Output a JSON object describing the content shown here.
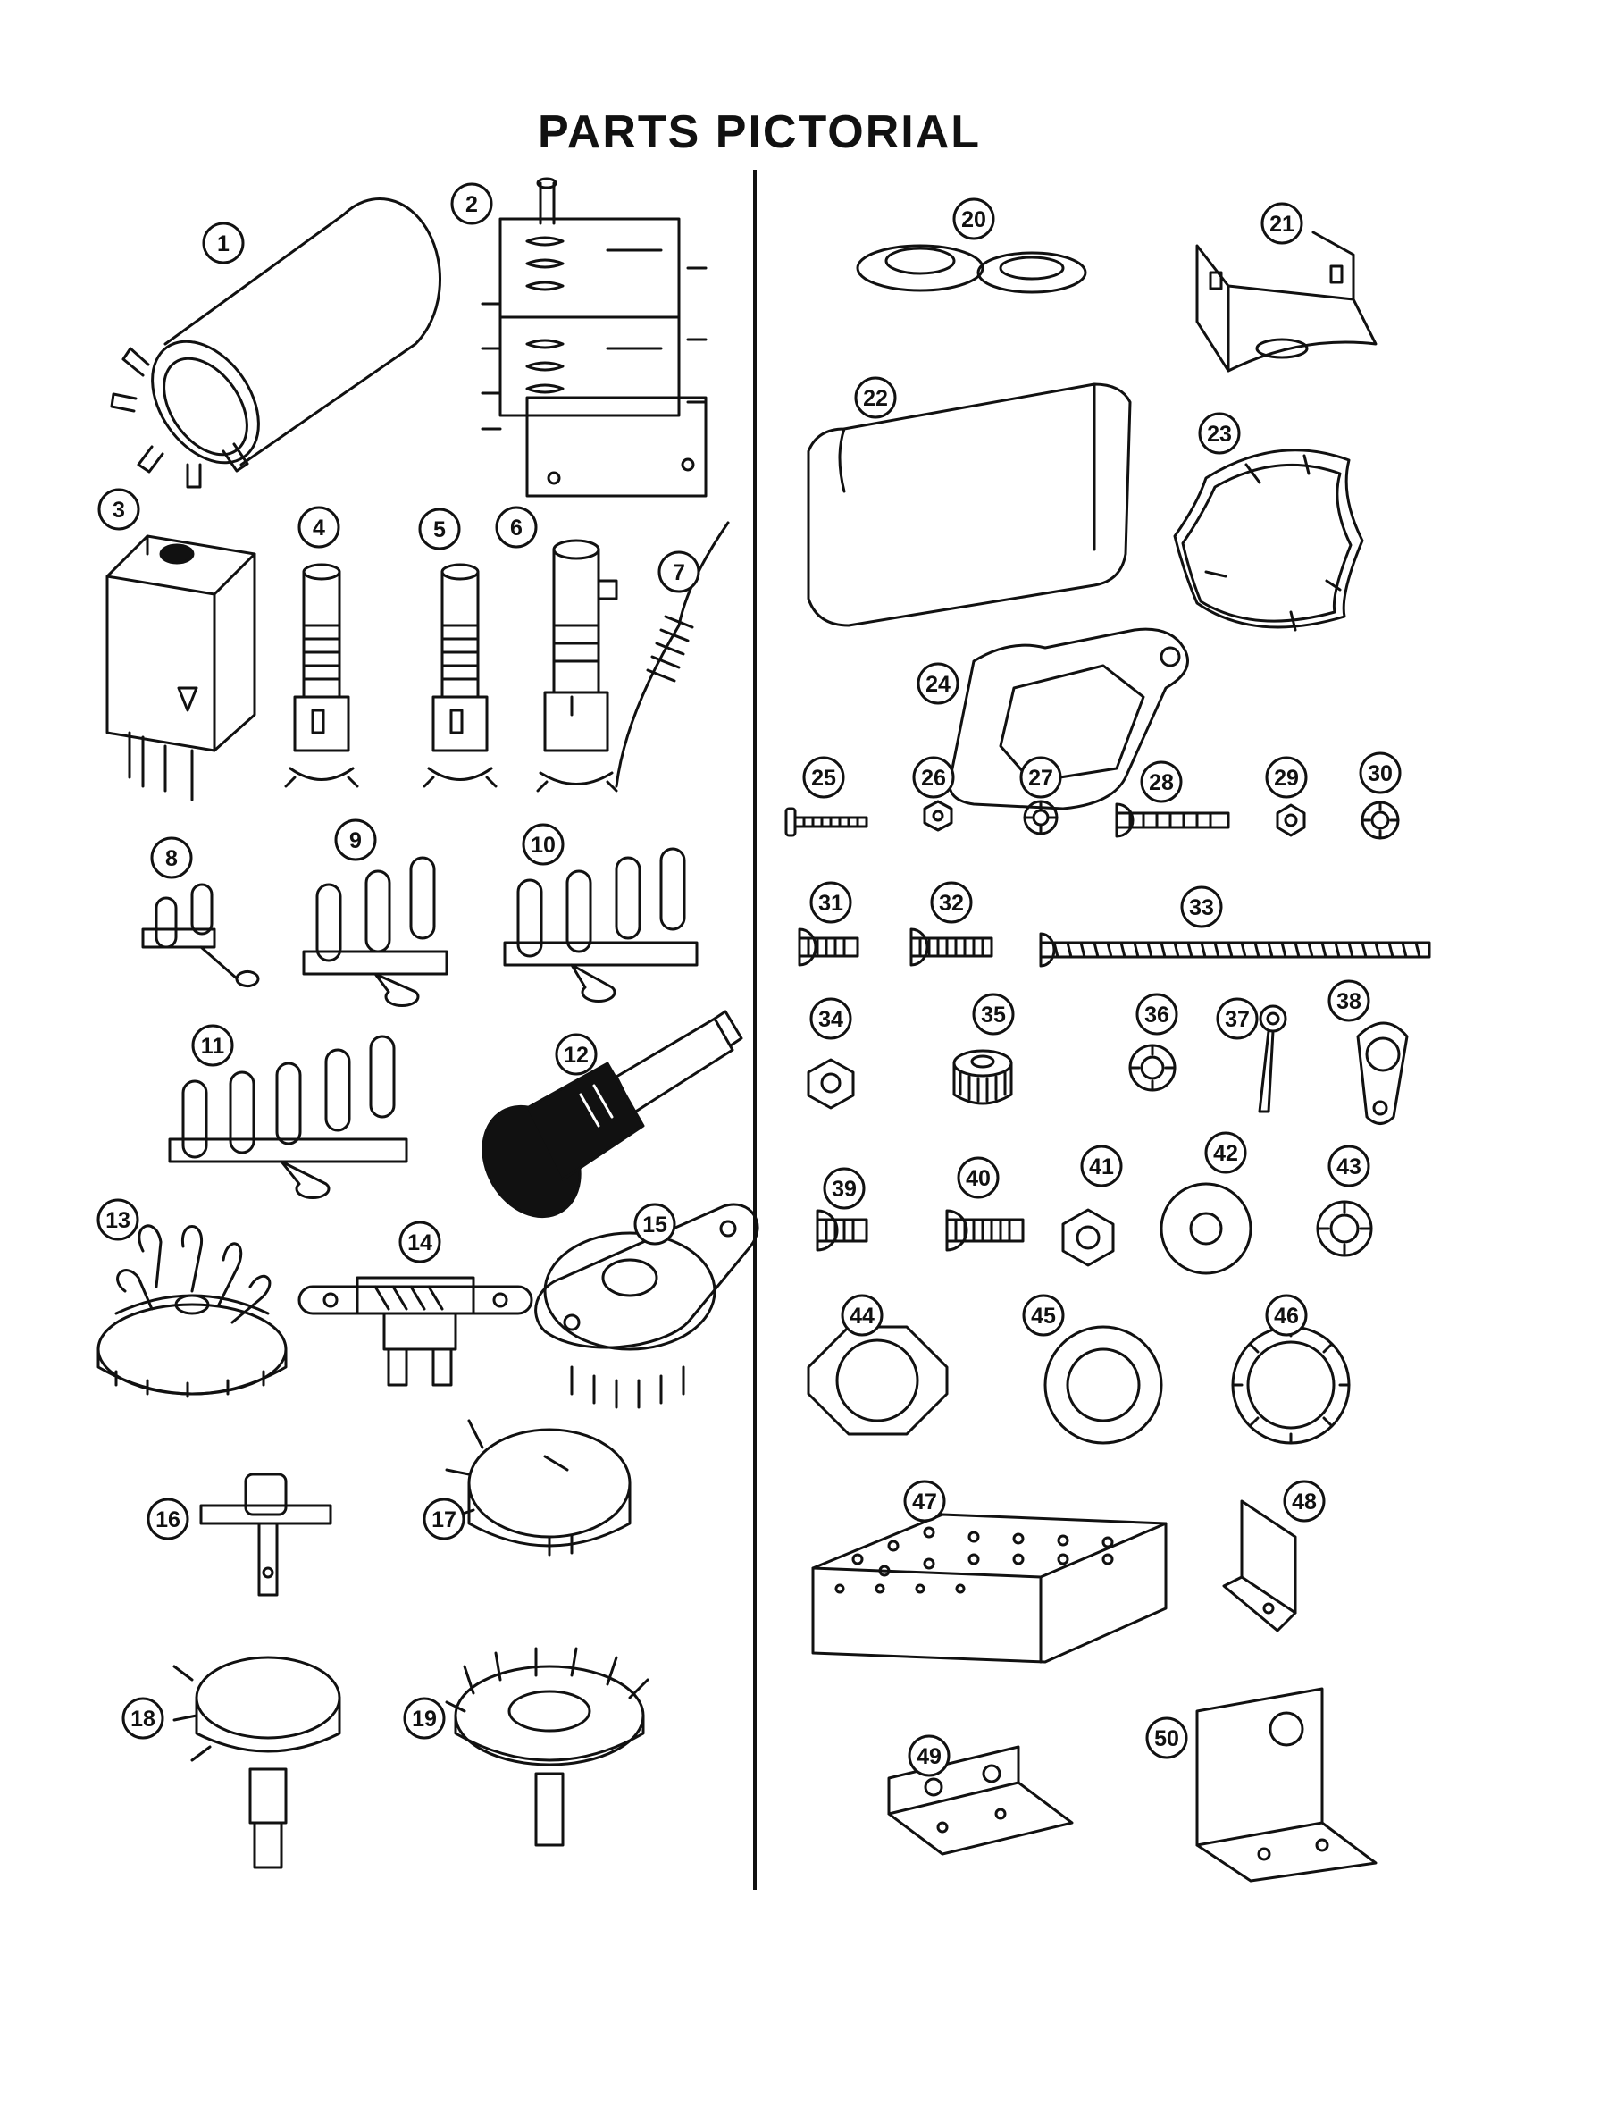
{
  "title": "PARTS PICTORIAL",
  "callouts": [
    {
      "id": 1,
      "label": "1"
    },
    {
      "id": 2,
      "label": "2"
    },
    {
      "id": 3,
      "label": "3"
    },
    {
      "id": 4,
      "label": "4"
    },
    {
      "id": 5,
      "label": "5"
    },
    {
      "id": 6,
      "label": "6"
    },
    {
      "id": 7,
      "label": "7"
    },
    {
      "id": 8,
      "label": "8"
    },
    {
      "id": 9,
      "label": "9"
    },
    {
      "id": 10,
      "label": "10"
    },
    {
      "id": 11,
      "label": "11"
    },
    {
      "id": 12,
      "label": "12"
    },
    {
      "id": 13,
      "label": "13"
    },
    {
      "id": 14,
      "label": "14"
    },
    {
      "id": 15,
      "label": "15"
    },
    {
      "id": 16,
      "label": "16"
    },
    {
      "id": 17,
      "label": "17"
    },
    {
      "id": 18,
      "label": "18"
    },
    {
      "id": 19,
      "label": "19"
    },
    {
      "id": 20,
      "label": "20"
    },
    {
      "id": 21,
      "label": "21"
    },
    {
      "id": 22,
      "label": "22"
    },
    {
      "id": 23,
      "label": "23"
    },
    {
      "id": 24,
      "label": "24"
    },
    {
      "id": 25,
      "label": "25"
    },
    {
      "id": 26,
      "label": "26"
    },
    {
      "id": 27,
      "label": "27"
    },
    {
      "id": 28,
      "label": "28"
    },
    {
      "id": 29,
      "label": "29"
    },
    {
      "id": 30,
      "label": "30"
    },
    {
      "id": 31,
      "label": "31"
    },
    {
      "id": 32,
      "label": "32"
    },
    {
      "id": 33,
      "label": "33"
    },
    {
      "id": 34,
      "label": "34"
    },
    {
      "id": 35,
      "label": "35"
    },
    {
      "id": 36,
      "label": "36"
    },
    {
      "id": 37,
      "label": "37"
    },
    {
      "id": 38,
      "label": "38"
    },
    {
      "id": 39,
      "label": "39"
    },
    {
      "id": 40,
      "label": "40"
    },
    {
      "id": 41,
      "label": "41"
    },
    {
      "id": 42,
      "label": "42"
    },
    {
      "id": 43,
      "label": "43"
    },
    {
      "id": 44,
      "label": "44"
    },
    {
      "id": 45,
      "label": "45"
    },
    {
      "id": 46,
      "label": "46"
    },
    {
      "id": 47,
      "label": "47"
    },
    {
      "id": 48,
      "label": "48"
    },
    {
      "id": 49,
      "label": "49"
    },
    {
      "id": 50,
      "label": "50"
    }
  ]
}
